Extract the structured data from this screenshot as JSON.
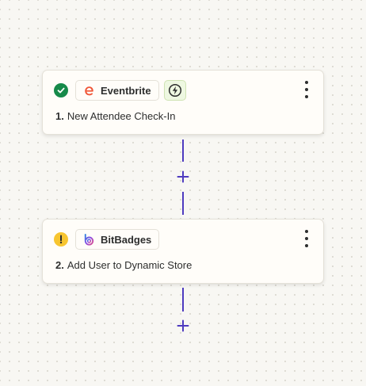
{
  "steps": [
    {
      "status": "complete",
      "app_name": "Eventbrite",
      "number": "1.",
      "title": "New Attendee Check-In",
      "has_trigger_badge": true,
      "logo_icon": "eventbrite-logo-icon"
    },
    {
      "status": "warning",
      "app_name": "BitBadges",
      "number": "2.",
      "title": "Add User to Dynamic Store",
      "has_trigger_badge": false,
      "logo_icon": "bitbadges-logo-icon"
    }
  ],
  "colors": {
    "accent": "#4e3bbf",
    "success": "#168a4a",
    "warning": "#f7c530",
    "eventbrite": "#f05537",
    "canvas": "#f8f7f3"
  }
}
